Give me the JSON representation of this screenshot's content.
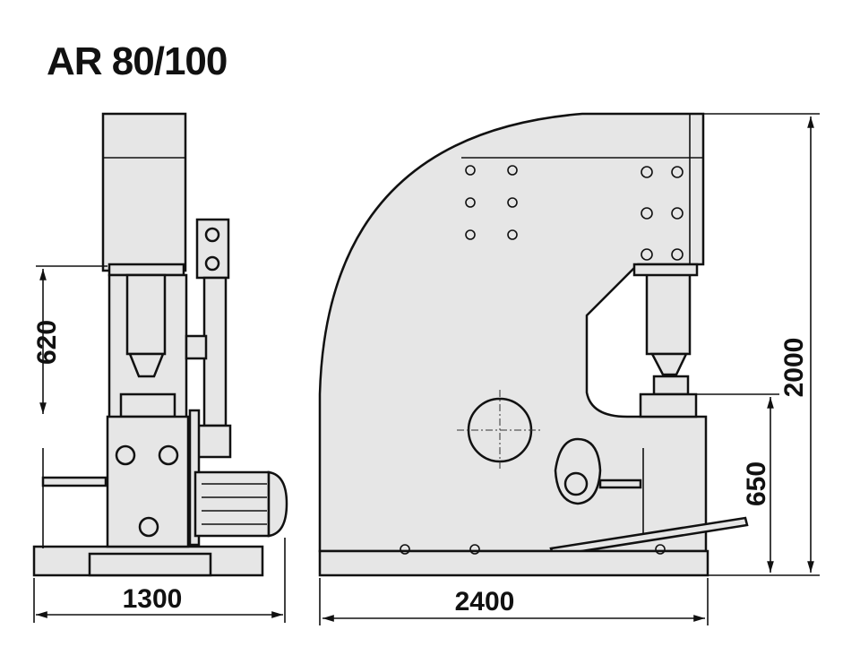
{
  "title": "AR 80/100",
  "dimensions": {
    "side_stroke": "620",
    "side_width": "1300",
    "front_height": "2000",
    "front_table_height": "650",
    "front_length": "2400"
  },
  "colors": {
    "fill": "#e6e6e6",
    "line": "#111111"
  }
}
